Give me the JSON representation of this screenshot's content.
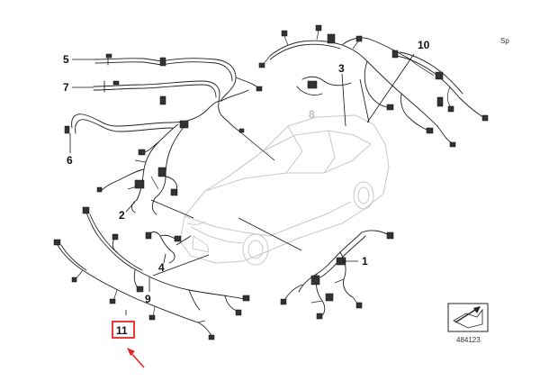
{
  "labels": {
    "p1": "1",
    "p2": "2",
    "p3": "3",
    "p4": "4",
    "p5": "5",
    "p6": "6",
    "p7": "7",
    "p8": "8",
    "p9": "9",
    "p10": "10",
    "p11": "11"
  },
  "corner_text": "Sp",
  "diagram_id": "484123",
  "colors": {
    "highlight_box": "#e52420",
    "arrow": "#e52420",
    "car_outline": "#c8c8c8",
    "wire": "#222222"
  }
}
